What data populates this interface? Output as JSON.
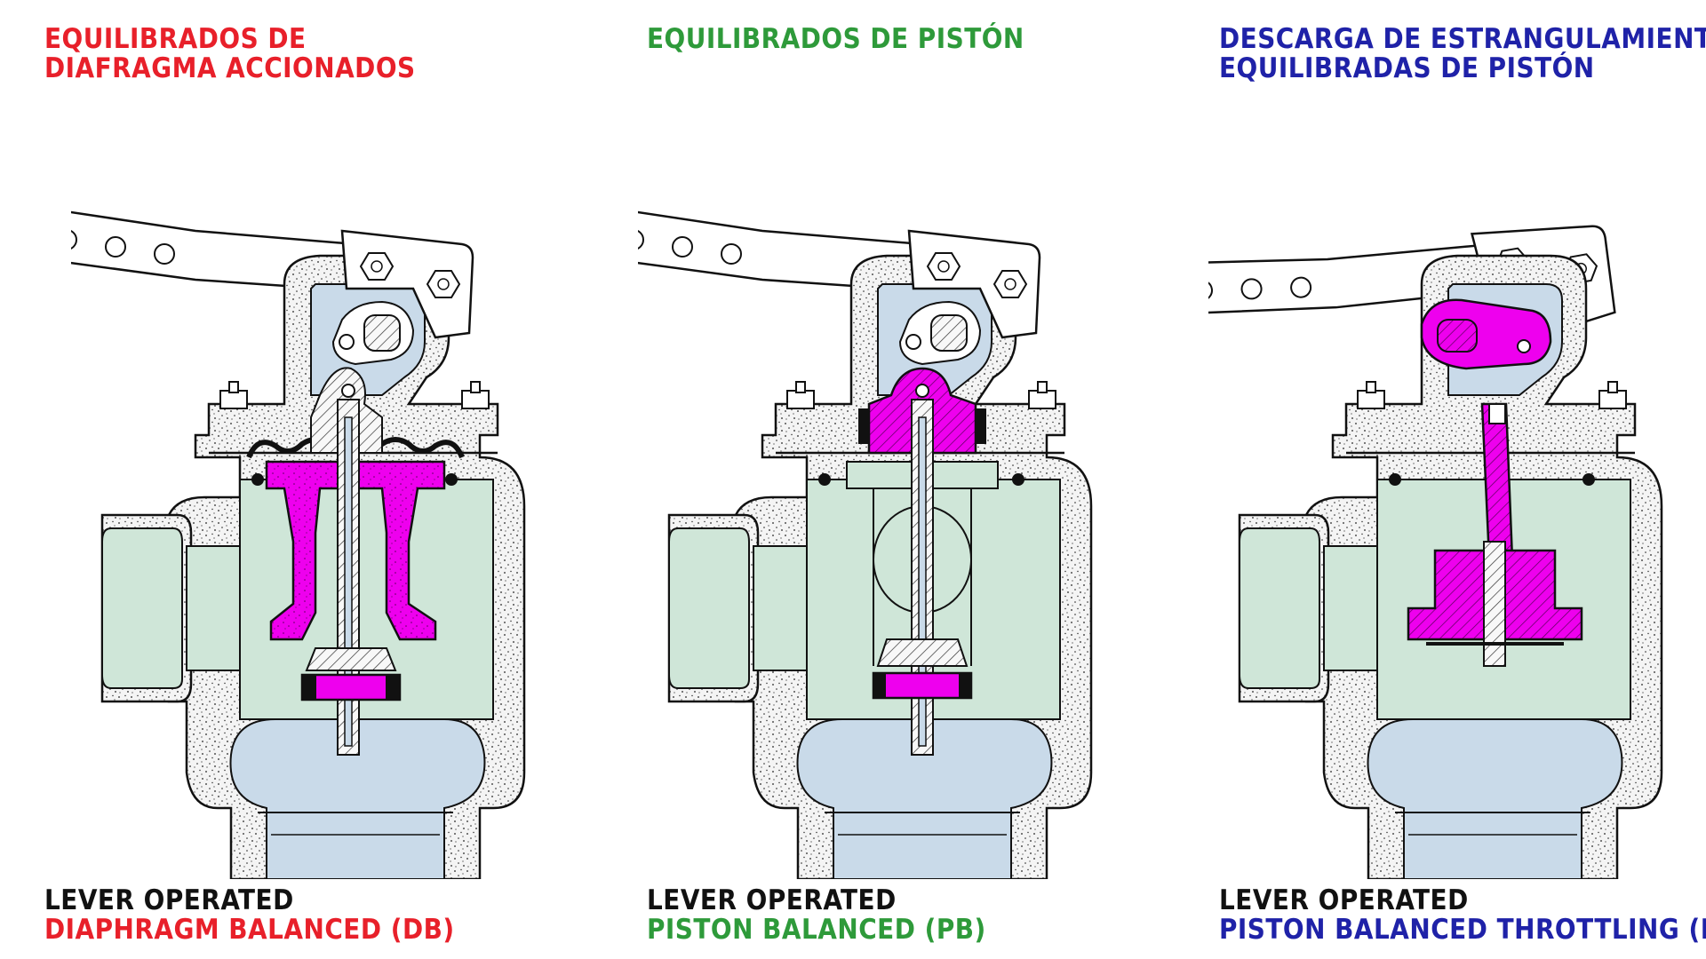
{
  "colors": {
    "red": "#e8202a",
    "green": "#2e9a3a",
    "blue": "#1f22a8",
    "black": "#111111",
    "magenta": "#ee00ee",
    "green_fill": "#cfe6d8",
    "blue_fill": "#c9dae9",
    "body_fill": "#f2f2f2"
  },
  "panels": [
    {
      "spanish": [
        "EQUILIBRADOS DE",
        "DIAFRAGMA ACCIONADOS"
      ],
      "english_prefix": "LEVER OPERATED",
      "english_type": "DIAPHRAGM BALANCED (DB)",
      "accent": "red"
    },
    {
      "spanish": [
        "EQUILIBRADOS DE PISTÓN",
        ""
      ],
      "english_prefix": "LEVER OPERATED",
      "english_type": "PISTON BALANCED (PB)",
      "accent": "green"
    },
    {
      "spanish": [
        "DESCARGA DE ESTRANGULAMIENTO",
        "EQUILIBRADAS DE PISTÓN"
      ],
      "english_prefix": "LEVER OPERATED",
      "english_type": "PISTON BALANCED THROTTLING (PBT)",
      "accent": "blue"
    }
  ]
}
